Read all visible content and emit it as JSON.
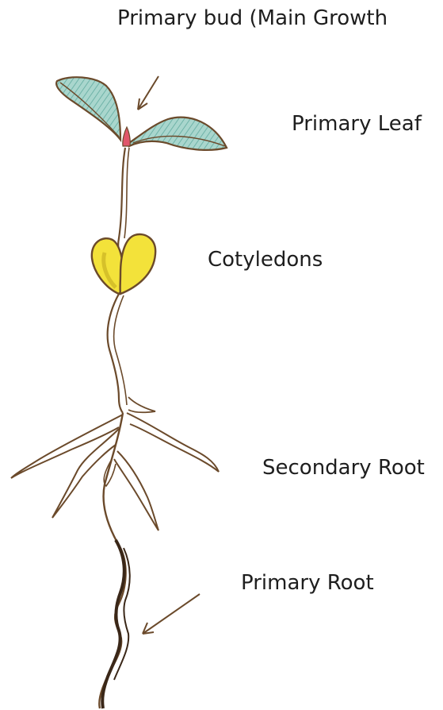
{
  "labels": {
    "primary_bud": "Primary bud (Main Growth",
    "primary_leaf": "Primary Leaf",
    "cotyledons": "Cotyledons",
    "secondary_root": "Secondary Root",
    "primary_root": "Primary Root"
  },
  "colors": {
    "outline": "#6b4a2b",
    "leaf_fill": "#8fc9bf",
    "cotyledon_fill": "#f3e23a",
    "bud_fill": "#e0566b",
    "primary_root_dark": "#3a2718",
    "background": "#ffffff"
  }
}
